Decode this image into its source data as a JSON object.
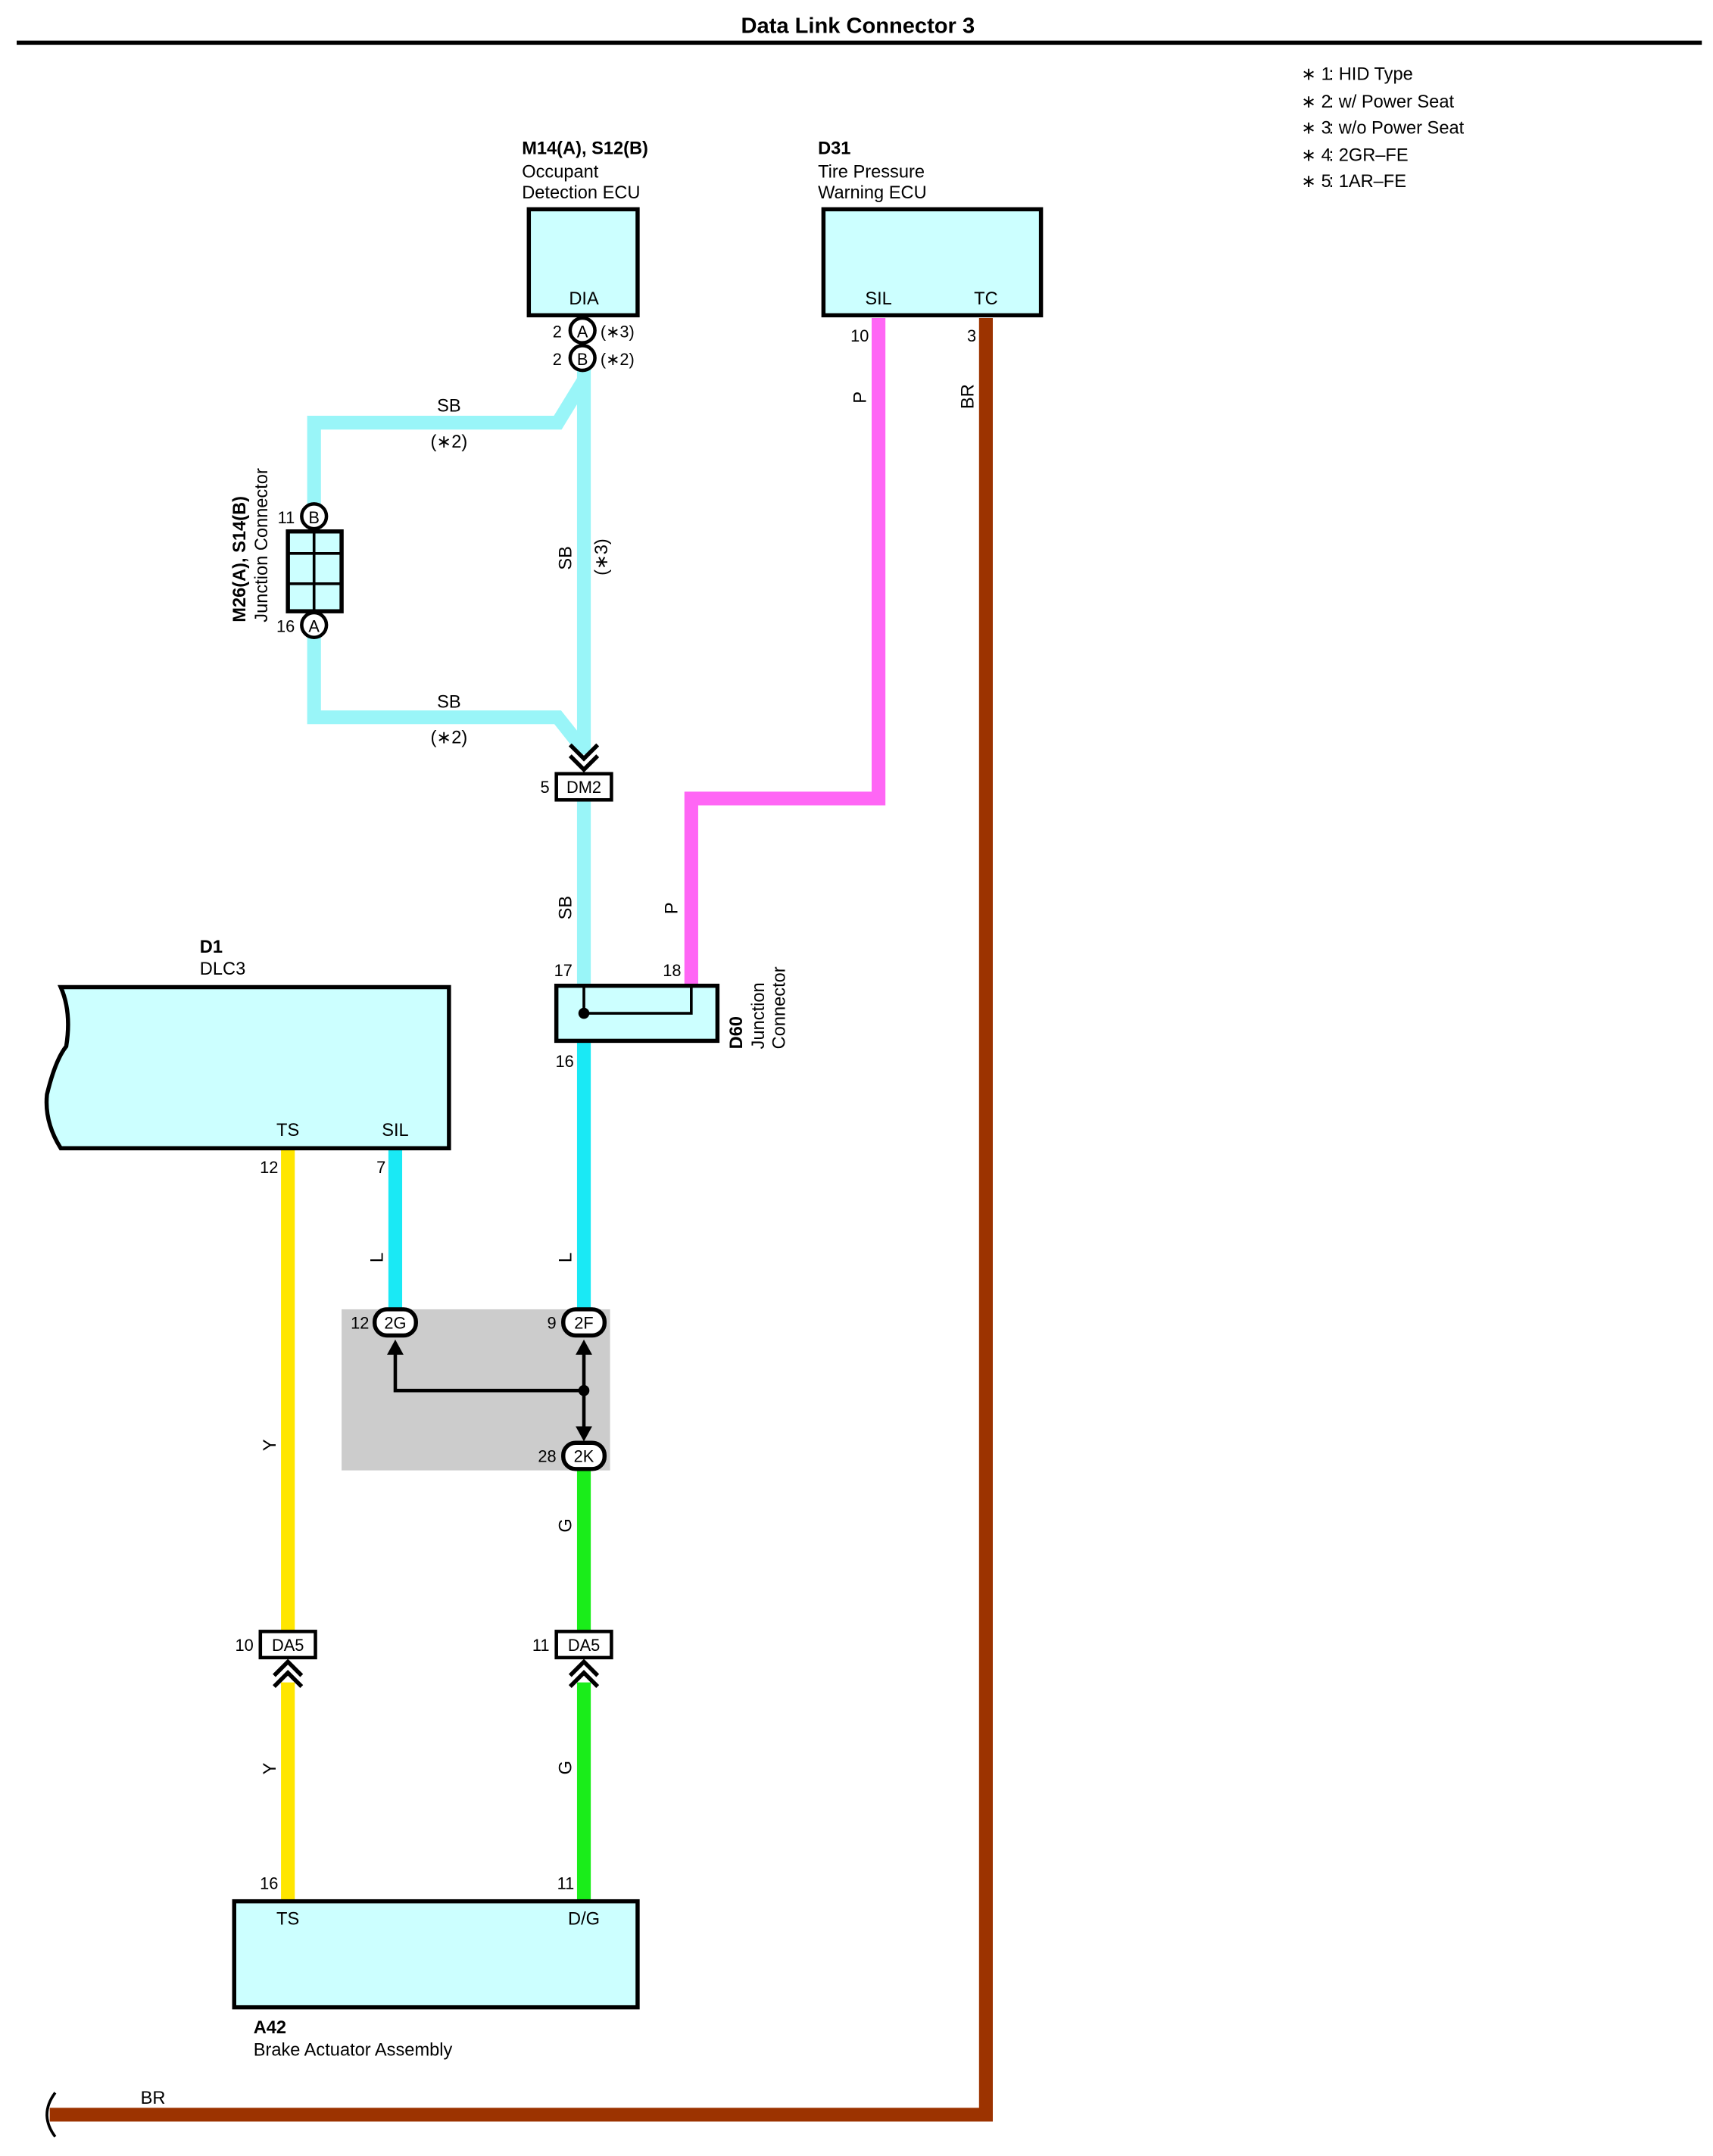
{
  "title": "Data Link Connector 3",
  "notes": [
    {
      "mark": "∗ 1",
      "text": ": HID Type"
    },
    {
      "mark": "∗ 2",
      "text": ": w/ Power Seat"
    },
    {
      "mark": "∗ 3",
      "text": ": w/o Power Seat"
    },
    {
      "mark": "∗ 4",
      "text": ": 2GR–FE"
    },
    {
      "mark": "∗ 5",
      "text": ": 1AR–FE"
    }
  ],
  "components": {
    "occupant_ecu": {
      "code": "M14(A), S12(B)",
      "name1": "Occupant",
      "name2": "Detection ECU",
      "terminal": "DIA",
      "pin_a": "2",
      "pin_a_conn": "A",
      "pin_a_note": "(∗3)",
      "pin_b": "2",
      "pin_b_conn": "B",
      "pin_b_note": "(∗2)"
    },
    "tpms_ecu": {
      "code": "D31",
      "name1": "Tire Pressure",
      "name2": "Warning ECU",
      "term_sil": "SIL",
      "term_tc": "TC",
      "pin_sil": "10",
      "pin_tc": "3"
    },
    "jc_m26": {
      "code": "M26(A), S14(B)",
      "name": "Junction Connector",
      "pin_b": "11",
      "conn_b": "B",
      "pin_a": "16",
      "conn_a": "A"
    },
    "dm2": {
      "label": "DM2",
      "pin": "5"
    },
    "d60": {
      "code": "D60",
      "name1": "Junction",
      "name2": "Connector",
      "pin_in": "17",
      "pin_in2": "18",
      "pin_out": "16"
    },
    "dlc3": {
      "code": "D1",
      "name": "DLC3",
      "term_ts": "TS",
      "term_sil": "SIL",
      "pin_ts": "12",
      "pin_sil": "7"
    },
    "junction_block": {
      "pin_2g": "12",
      "conn_2g": "2G",
      "pin_2f": "9",
      "conn_2f": "2F",
      "pin_2k": "28",
      "conn_2k": "2K"
    },
    "da5_left": {
      "label": "DA5",
      "pin": "10"
    },
    "da5_right": {
      "label": "DA5",
      "pin": "11"
    },
    "brake_actuator": {
      "code": "A42",
      "name": "Brake Actuator Assembly",
      "term_ts": "TS",
      "term_dg": "D/G",
      "pin_ts": "16",
      "pin_dg": "11"
    }
  },
  "wires": {
    "sb": "SB",
    "sb_note_2": "(∗2)",
    "sb_note_3": "(∗3)",
    "p": "P",
    "br": "BR",
    "l": "L",
    "y": "Y",
    "g": "G"
  },
  "colors": {
    "sb": "#99f5f8",
    "l": "#1ae9f5",
    "p": "#ff66f5",
    "br": "#9c3300",
    "y": "#ffe600",
    "g": "#1aed1a",
    "box_fill": "#ccffff",
    "jb_fill": "#cccccc"
  }
}
